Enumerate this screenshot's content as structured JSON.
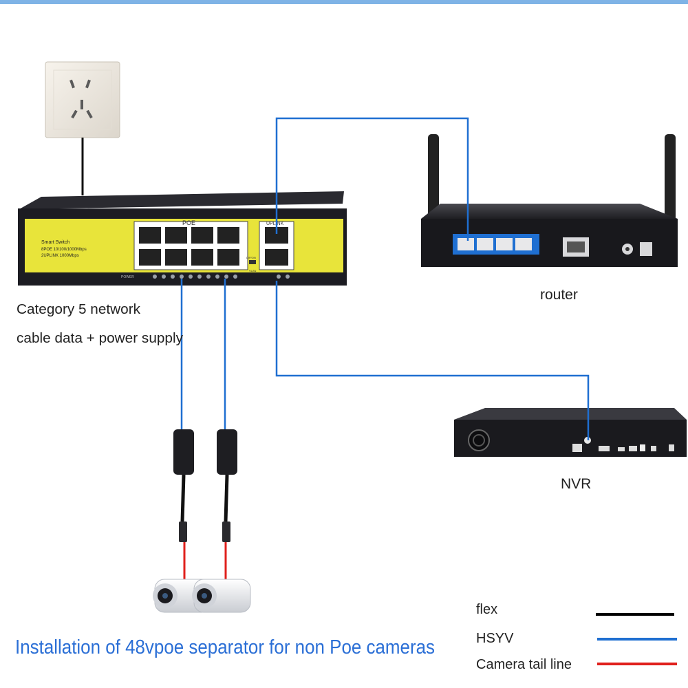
{
  "colors": {
    "top_bar": "#7fb3e6",
    "switch_panel": "#e8e43a",
    "switch_body": "#1c1c22",
    "hsyv_line": "#1f6fd1",
    "flex_line": "#000000",
    "camera_tail_line": "#e0201c",
    "title_blue": "#2b6fd6"
  },
  "switch": {
    "model_line1": "Smart Switch",
    "model_line2": "8POE 10/100/1000Mbps",
    "model_line3": "2UPLINK 1000Mbps",
    "poe_label": "POE",
    "uplink_label": "UPLINK",
    "power_label": "POWER",
    "vlan_label": "VLAN",
    "dip_label": "DIP/ON"
  },
  "labels": {
    "cable_line1": "Category 5 network",
    "cable_line2": "cable data + power supply",
    "router": "router",
    "nvr": "NVR",
    "title": "Installation of 48vpoe separator for non Poe cameras"
  },
  "legend": [
    {
      "label": "flex",
      "color": "#000000"
    },
    {
      "label": "HSYV",
      "color": "#1f6fd1"
    },
    {
      "label": "Camera tail line",
      "color": "#e0201c"
    }
  ],
  "icons": {
    "outlet": "wall-outlet-icon",
    "switch": "poe-switch-icon",
    "router": "router-icon",
    "nvr": "nvr-icon",
    "splitter": "poe-splitter-icon",
    "camera": "bullet-camera-icon"
  }
}
